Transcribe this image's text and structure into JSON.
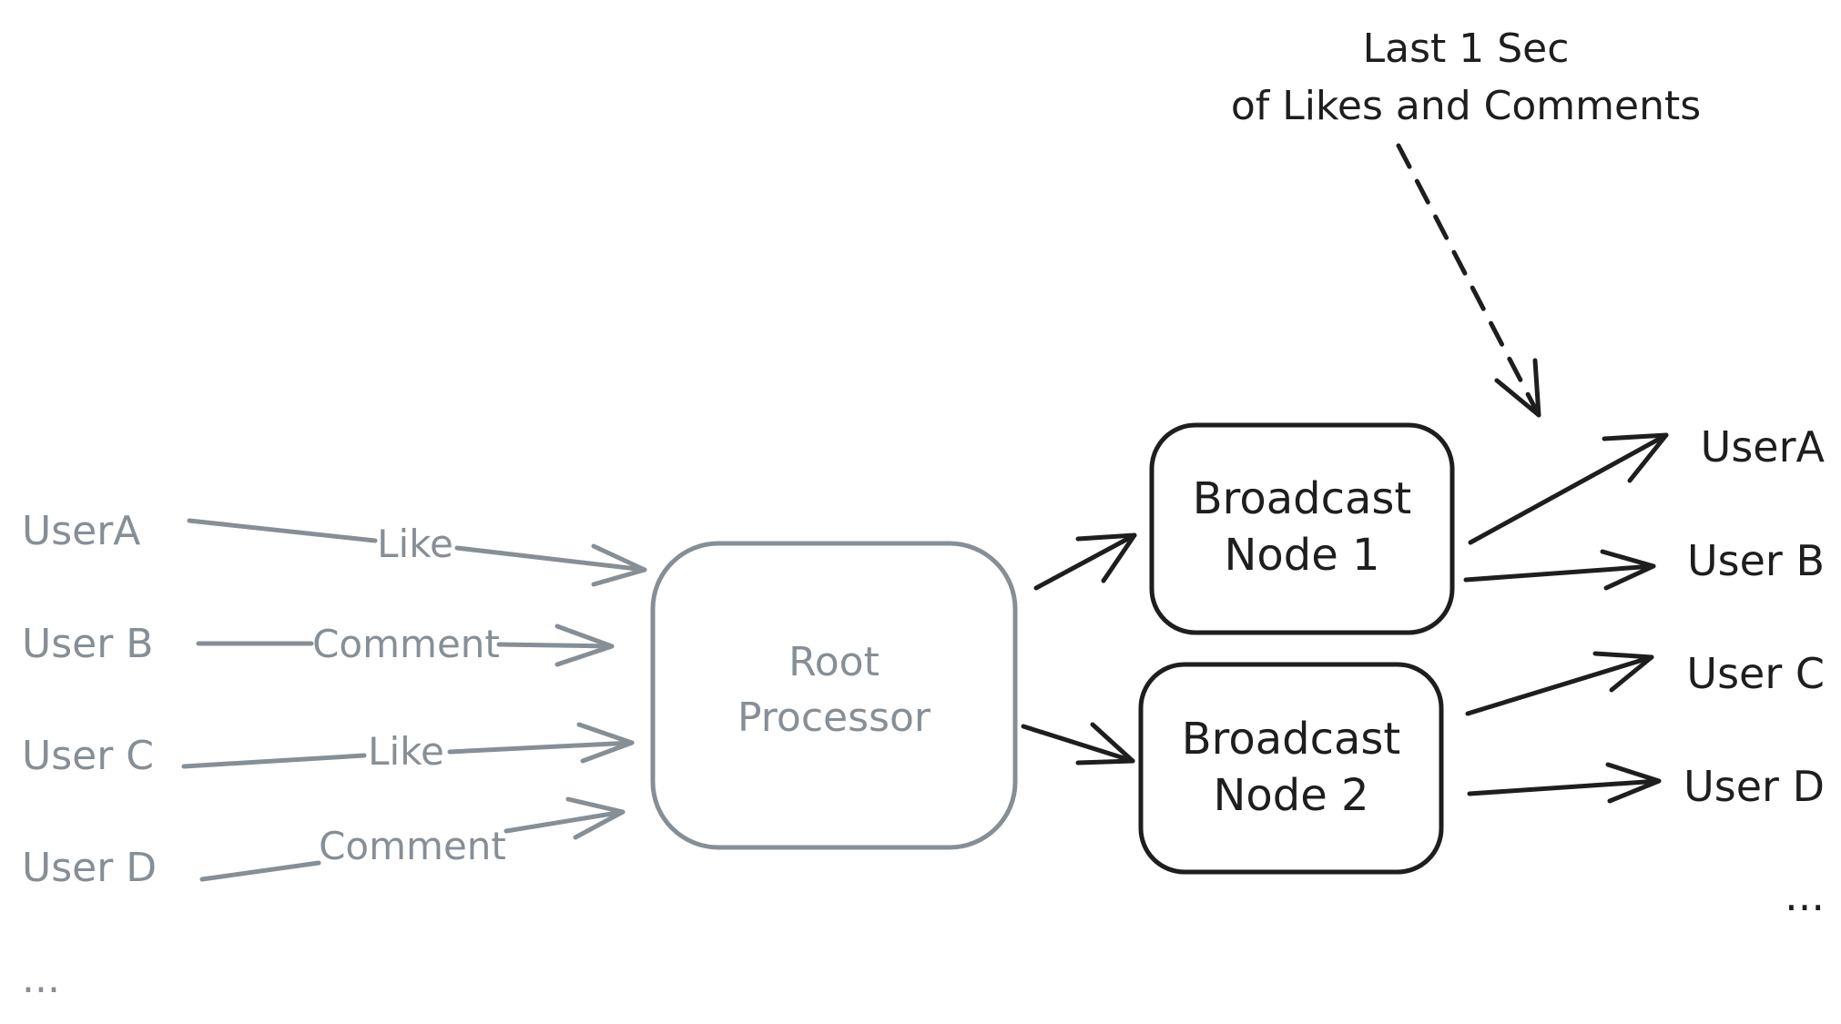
{
  "inputs": {
    "users": [
      "UserA",
      "User B",
      "User C",
      "User D"
    ],
    "events": [
      "Like",
      "Comment",
      "Like",
      "Comment"
    ],
    "more": "..."
  },
  "root_processor": {
    "line1": "Root",
    "line2": "Processor"
  },
  "broadcast_nodes": [
    {
      "line1": "Broadcast",
      "line2": "Node 1"
    },
    {
      "line1": "Broadcast",
      "line2": "Node 2"
    }
  ],
  "outputs": {
    "users": [
      "UserA",
      "User B",
      "User C",
      "User D"
    ],
    "more": "..."
  },
  "annotation": {
    "line1": "Last 1 Sec",
    "line2": "of Likes and Comments"
  },
  "colors": {
    "input_side": "#868e96",
    "output_side": "#1e1e1e",
    "background": "#ffffff"
  }
}
